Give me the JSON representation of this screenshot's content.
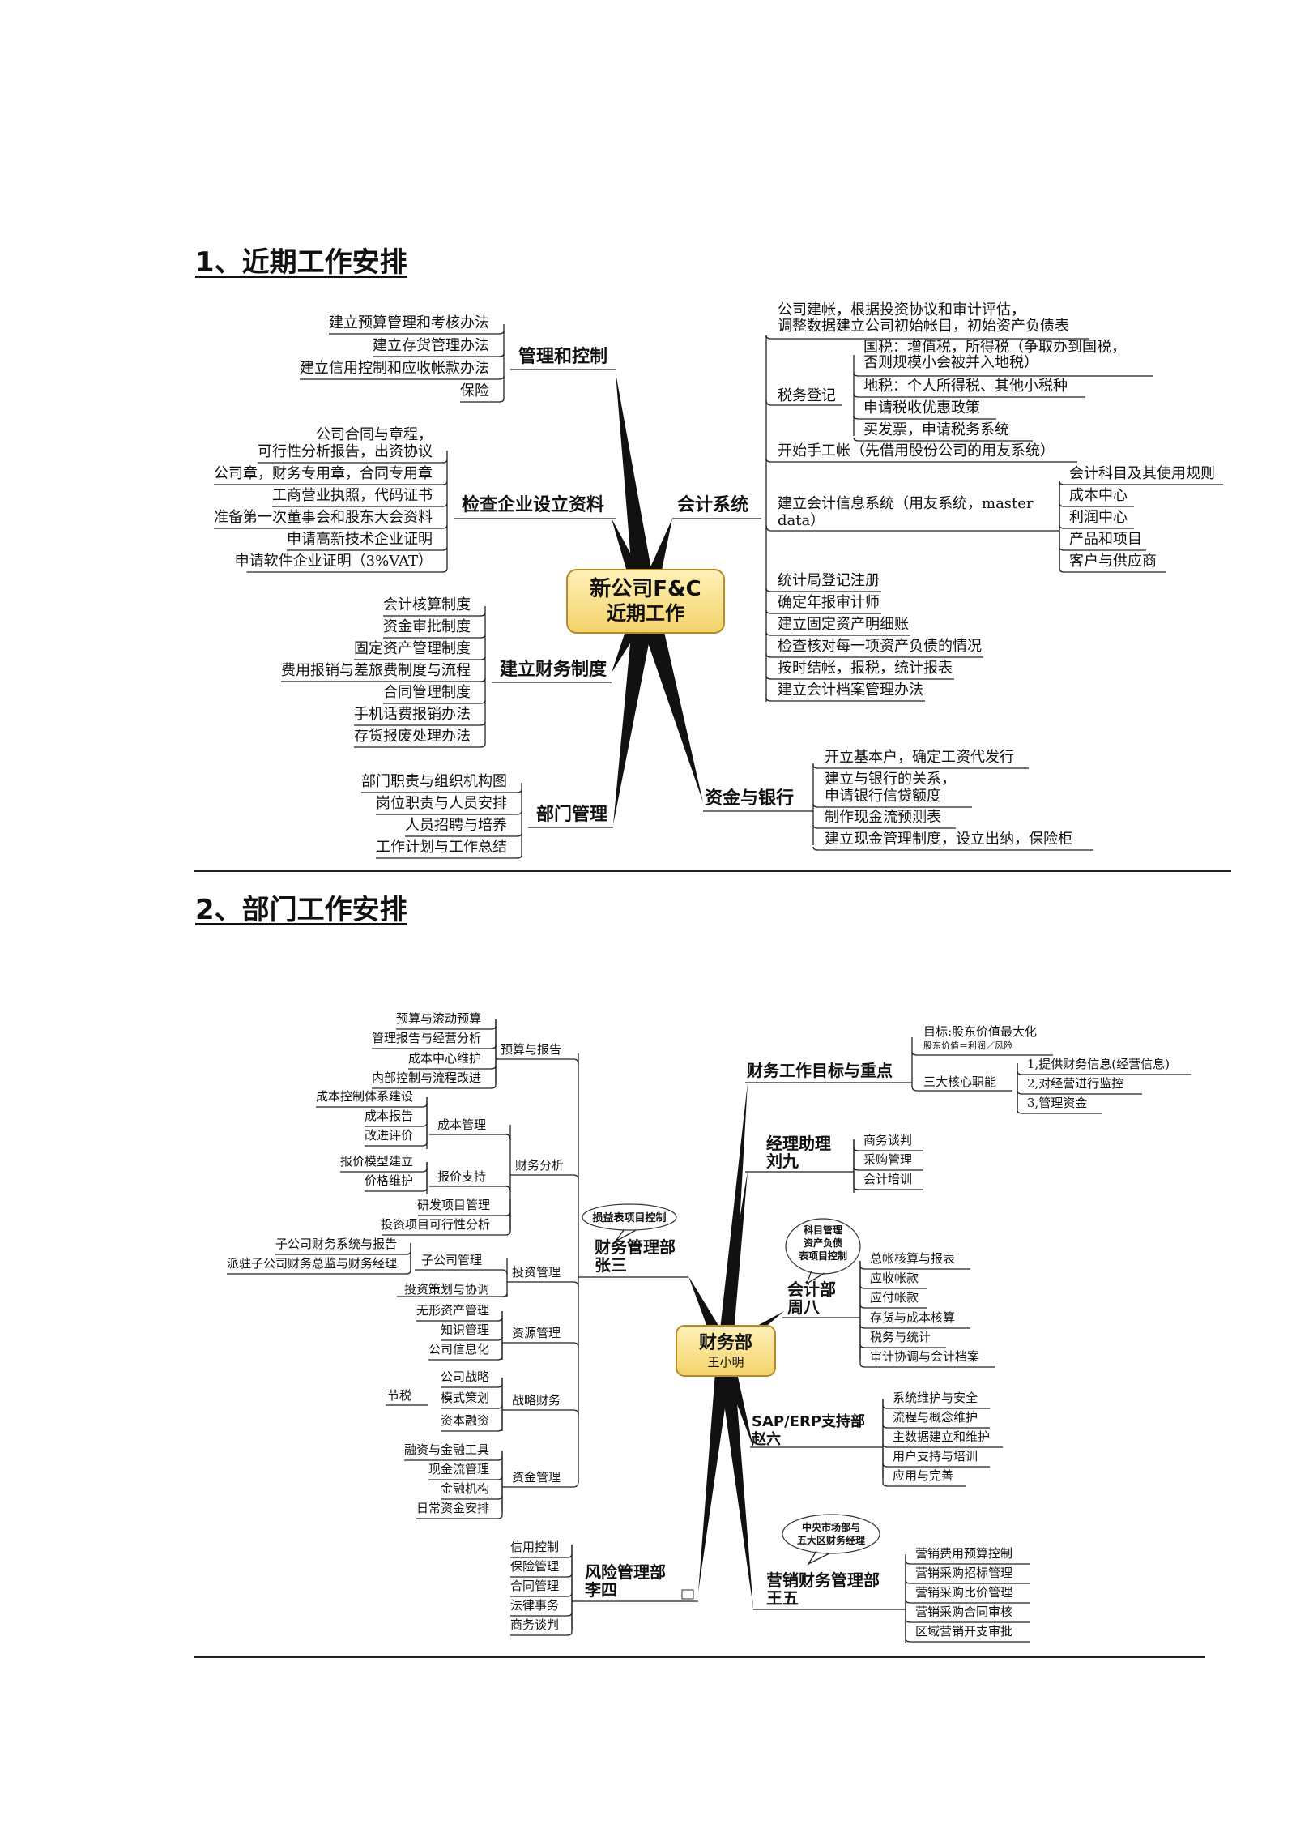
{
  "headings": {
    "recent": "1、近期工作安排",
    "department": "2、部门工作安排"
  },
  "map1": {
    "center": [
      "新公司F&C",
      "近期工作"
    ],
    "b1": {
      "title": "管理和控制",
      "items": [
        "建立预算管理和考核办法",
        "建立存货管理办法",
        "建立信用控制和应收帐款办法",
        "保险"
      ]
    },
    "b2": {
      "title": "检查企业设立资料",
      "items": [
        "公司合同与章程，",
        "可行性分析报告，出资协议",
        "公司章，财务专用章，合同专用章",
        "工商营业执照，代码证书",
        "准备第一次董事会和股东大会资料",
        "申请高新技术企业证明",
        "申请软件企业证明（3%VAT）"
      ]
    },
    "b3": {
      "title": "建立财务制度",
      "items": [
        "会计核算制度",
        "资金审批制度",
        "固定资产管理制度",
        "费用报销与差旅费制度与流程",
        "合同管理制度",
        "手机话费报销办法",
        "存货报废处理办法"
      ]
    },
    "b4": {
      "title": "部门管理",
      "items": [
        "部门职责与组织机构图",
        "岗位职责与人员安排",
        "人员招聘与培养",
        "工作计划与工作总结"
      ]
    },
    "b5": {
      "title": "会计系统",
      "top": [
        "公司建帐，根据投资协议和审计评估，",
        "调整数据建立公司初始帐目，初始资产负债表"
      ],
      "tax": {
        "title": "税务登记",
        "items": [
          "国税：增值税，所得税（争取办到国税，",
          "否则规模小会被并入地税）",
          "地税：个人所得税、其他小税种",
          "申请税收优惠政策",
          "买发票，申请税务系统"
        ]
      },
      "manual": "开始手工帐（先借用股份公司的用友系统）",
      "info": {
        "title": [
          "建立会计信息系统（用友系统，master",
          "data）"
        ],
        "items": [
          "会计科目及其使用规则",
          "成本中心",
          "利润中心",
          "产品和项目",
          "客户与供应商"
        ]
      },
      "rest": [
        "统计局登记注册",
        "确定年报审计师",
        "建立固定资产明细账",
        "检查核对每一项资产负债的情况",
        "按时结帐，报税，统计报表",
        "建立会计档案管理办法"
      ]
    },
    "b6": {
      "title": "资金与银行",
      "items": [
        "开立基本户，确定工资代发行",
        "建立与银行的关系，",
        "申请银行信贷额度",
        "制作现金流预测表",
        "建立现金管理制度，设立出纳，保险柜"
      ]
    }
  },
  "map2": {
    "center": {
      "title": "财务部",
      "sub": "王小明"
    },
    "fin": {
      "title": [
        "财务管理部",
        "张三"
      ],
      "bubble": "损益表项目控制",
      "budget": {
        "title": "预算与报告",
        "items": [
          "预算与滚动预算",
          "管理报告与经营分析",
          "成本中心维护",
          "内部控制与流程改进"
        ]
      },
      "analysis": {
        "title": "财务分析",
        "cost": {
          "title": "成本管理",
          "items": [
            "成本控制体系建设",
            "成本报告",
            "改进评价"
          ]
        },
        "quote": {
          "title": "报价支持",
          "items": [
            "报价模型建立",
            "价格维护"
          ]
        },
        "extra": [
          "研发项目管理",
          "投资项目可行性分析"
        ]
      },
      "invest": {
        "title": "投资管理",
        "sub": {
          "title": "子公司管理",
          "items": [
            "子公司财务系统与报告",
            "派驻子公司财务总监与财务经理"
          ]
        },
        "extra": [
          "投资策划与协调"
        ]
      },
      "resource": {
        "title": "资源管理",
        "items": [
          "无形资产管理",
          "知识管理",
          "公司信息化"
        ]
      },
      "strategy": {
        "title": "战略财务",
        "items": [
          "公司战略",
          "模式策划",
          "资本融资"
        ],
        "tax": "节税"
      },
      "fund": {
        "title": "资金管理",
        "items": [
          "融资与金融工具",
          "现金流管理",
          "金融机构",
          "日常资金安排"
        ]
      }
    },
    "risk": {
      "title": [
        "风险管理部",
        "李四"
      ],
      "items": [
        "信用控制",
        "保险管理",
        "合同管理",
        "法律事务",
        "商务谈判"
      ]
    },
    "goal": {
      "title": "财务工作目标与重点",
      "target": "目标:股东价值最大化",
      "target_sub": "股东价值＝利润／风险",
      "core": "三大核心职能",
      "core_items": [
        "1,提供财务信息(经营信息)",
        "2,对经营进行监控",
        "3,管理资金"
      ]
    },
    "assist": {
      "title": [
        "经理助理",
        "刘九"
      ],
      "items": [
        "商务谈判",
        "采购管理",
        "会计培训"
      ]
    },
    "acct": {
      "title": [
        "会计部",
        "周八"
      ],
      "bubble": [
        "科目管理",
        "资产负债",
        "表项目控制"
      ],
      "items": [
        "总帐核算与报表",
        "应收帐款",
        "应付帐款",
        "存货与成本核算",
        "税务与统计",
        "审计协调与会计档案"
      ]
    },
    "sap": {
      "title": [
        "SAP/ERP支持部",
        "赵六"
      ],
      "items": [
        "系统维护与安全",
        "流程与概念维护",
        "主数据建立和维护",
        "用户支持与培训",
        "应用与完善"
      ]
    },
    "mkt": {
      "title": [
        "营销财务管理部",
        "王五"
      ],
      "bubble": [
        "中央市场部与",
        "五大区财务经理"
      ],
      "items": [
        "营销费用预算控制",
        "营销采购招标管理",
        "营销采购比价管理",
        "营销采购合同审核",
        "区域营销开支审批"
      ]
    }
  }
}
